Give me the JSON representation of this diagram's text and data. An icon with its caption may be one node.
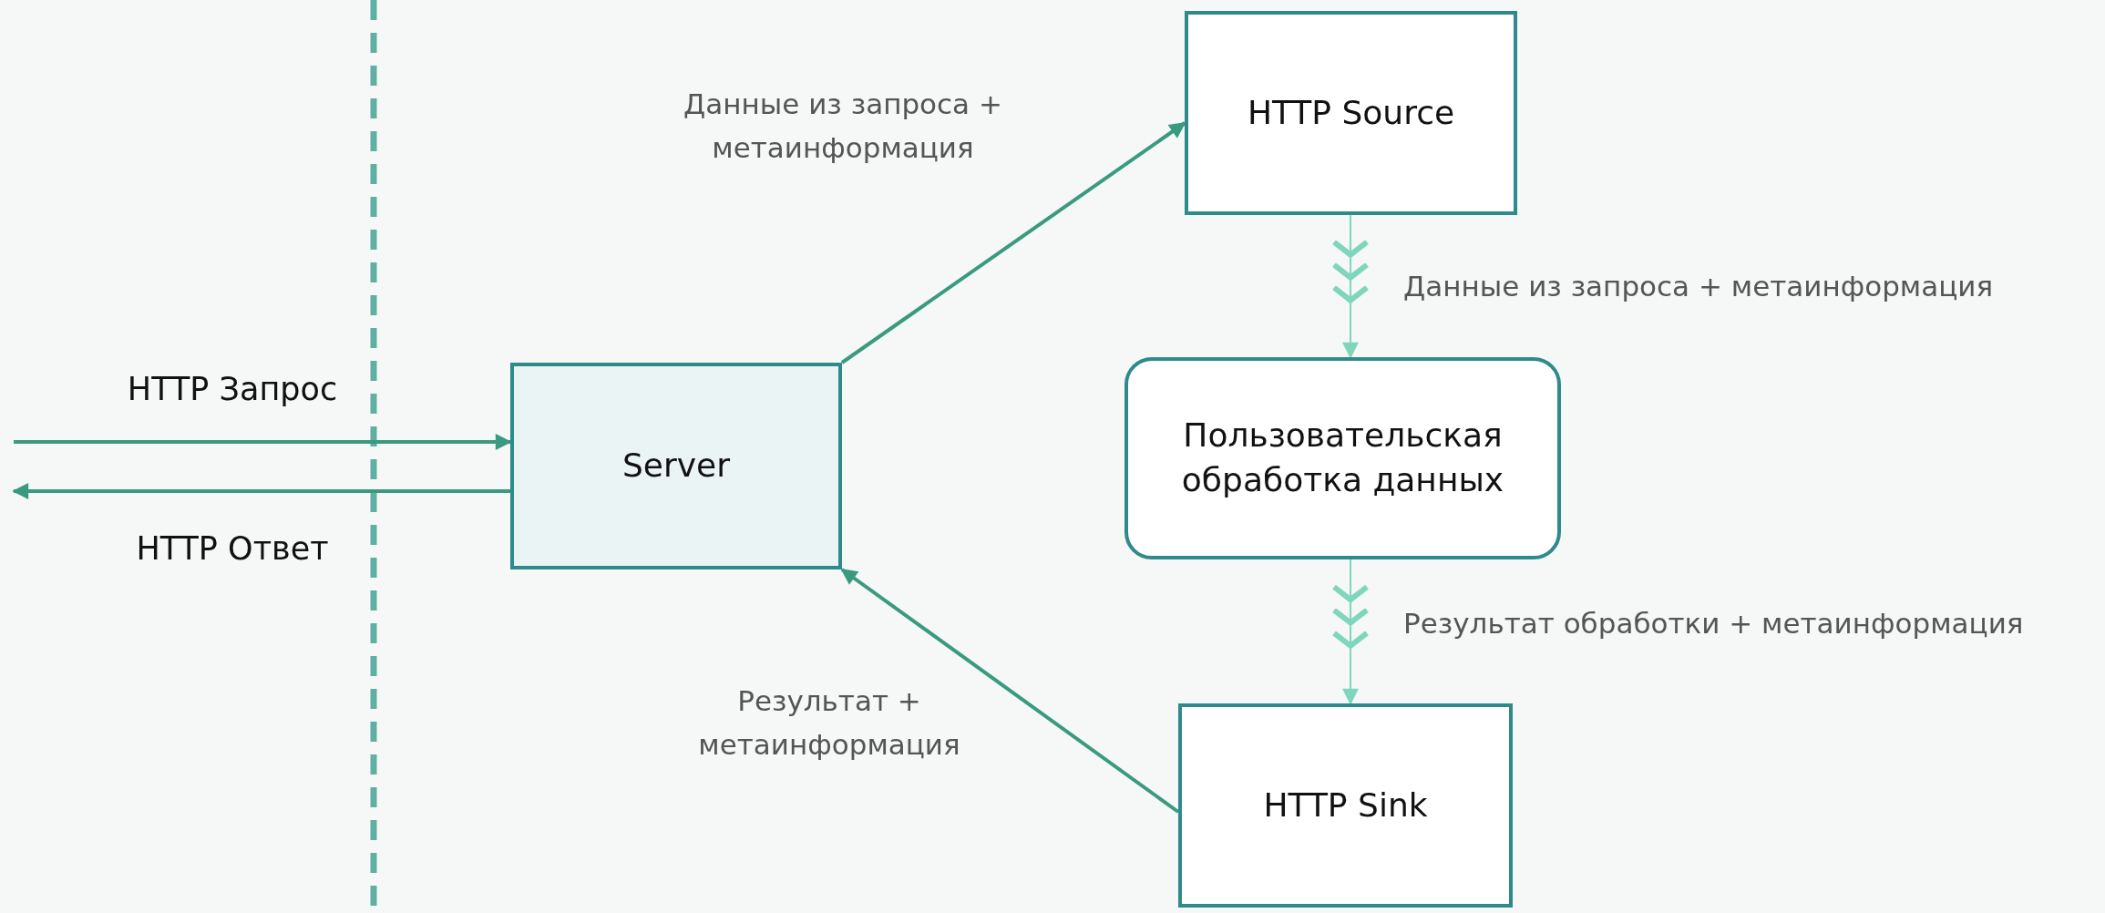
{
  "diagram": {
    "nodes": [
      {
        "text": [
          "Server"
        ]
      },
      {
        "text": [
          "HTTP Source"
        ]
      },
      {
        "text": [
          "Пользовательская обработка данных"
        ]
      },
      {
        "text": [
          "HTTP Sink"
        ]
      }
    ],
    "edges": [
      {
        "from": null,
        "to": 0,
        "arrow": "to",
        "label": "HTTP Запрос"
      },
      {
        "from": 0,
        "to": null,
        "arrow": "to",
        "label": "HTTP Ответ"
      },
      {
        "from": 0,
        "to": 1,
        "arrow": "to",
        "label": "Данные из запроса + метаинформация"
      },
      {
        "from": 1,
        "to": 2,
        "arrow": "to",
        "label": "Данные из запроса + метаинформация",
        "color": "#7fd6bd"
      },
      {
        "from": 2,
        "to": 3,
        "arrow": "to",
        "label": "Результат обработки + метаинформация",
        "color": "#7fd6bd"
      },
      {
        "from": 3,
        "to": 0,
        "arrow": "to",
        "label": "Результат + метаинформация"
      }
    ]
  }
}
